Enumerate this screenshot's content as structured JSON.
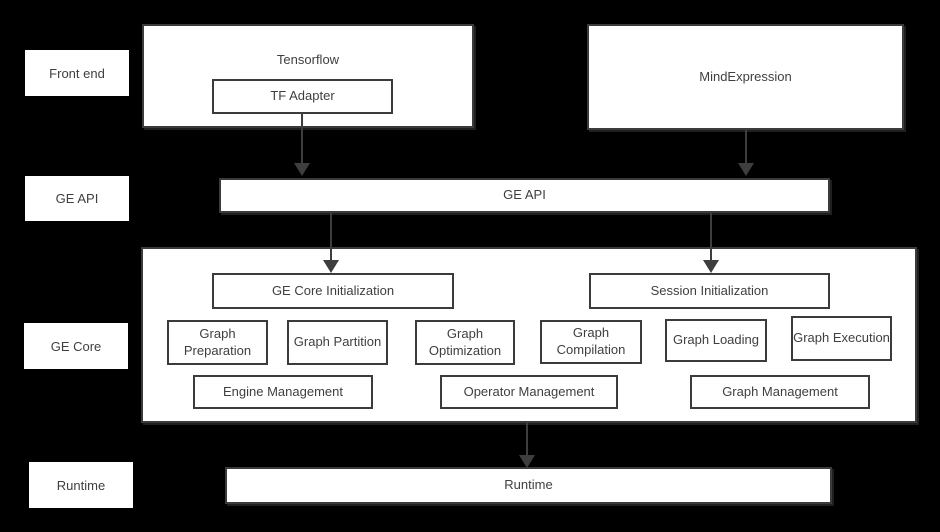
{
  "colors": {
    "background": "#000000",
    "box_fill": "#ffffff",
    "border": "#3b3b3b",
    "text": "#3f3f3f",
    "arrow": "#3e3e3e"
  },
  "row_labels": {
    "front_end": "Front end",
    "ge_api": "GE API",
    "ge_core": "GE Core",
    "runtime": "Runtime"
  },
  "front_end": {
    "tensorflow": "Tensorflow",
    "tf_adapter": "TF Adapter",
    "mind_expression": "MindExpression"
  },
  "api": {
    "label": "GE API"
  },
  "core": {
    "init": "GE Core Initialization",
    "session": "Session Initialization",
    "stages": [
      "Graph Preparation",
      "Graph Partition",
      "Graph Optimization",
      "Graph Compilation",
      "Graph Loading",
      "Graph Execution"
    ],
    "management": [
      "Engine Management",
      "Operator Management",
      "Graph Management"
    ]
  },
  "runtime": {
    "label": "Runtime"
  }
}
